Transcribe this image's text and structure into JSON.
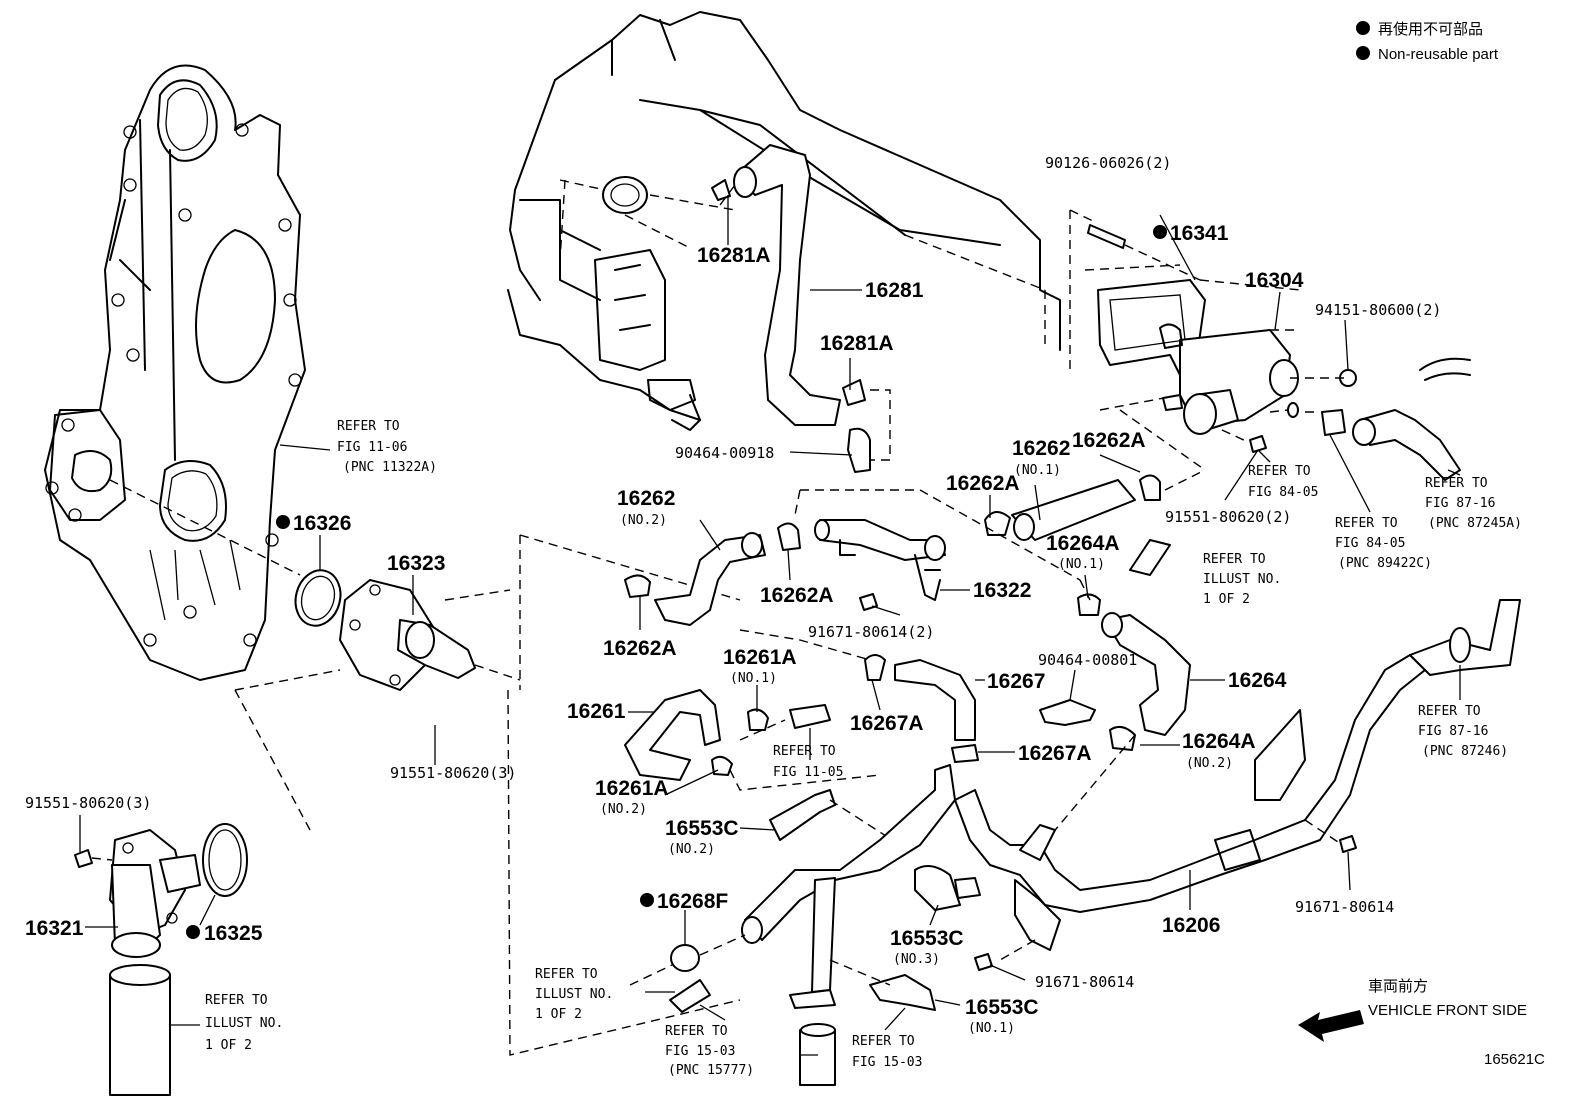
{
  "legend": {
    "jp_label": "再使用不可部品",
    "en_label": "Non-reusable part"
  },
  "diagram_id": "165621C",
  "front": {
    "jp_label": "車両前方",
    "en_label": "VEHICLE FRONT SIDE"
  },
  "parts": {
    "p16281A_top": "16281A",
    "p16281": "16281",
    "p16281A_mid": "16281A",
    "p90464_00918": "90464-00918",
    "p90126": "90126-06026(2)",
    "p16341": "16341",
    "p16304": "16304",
    "p94151": "94151-80600(2)",
    "p16262_no1": "16262",
    "p16262_no1_note": "(NO.1)",
    "p16262A_r1": "16262A",
    "p16262A_r2": "16262A",
    "p91551_r": "91551-80620(2)",
    "p16326": "16326",
    "p16323": "16323",
    "p16262_no2": "16262",
    "p16262_no2_note": "(NO.2)",
    "p16262A_a": "16262A",
    "p16262A_b": "16262A",
    "p16322": "16322",
    "p91671_2": "91671-80614(2)",
    "p16264A_no1": "16264A",
    "p16264A_no1_note": "(NO.1)",
    "p90464_00801": "90464-00801",
    "p16264": "16264",
    "p16267": "16267",
    "p16261A_no1": "16261A",
    "p16261A_no1_note": "(NO.1)",
    "p16261": "16261",
    "p16267A_a": "16267A",
    "p16267A_b": "16267A",
    "p16264A_no2": "16264A",
    "p16264A_no2_note": "(NO.2)",
    "p91551_3a": "91551-80620(3)",
    "p16261A_no2": "16261A",
    "p16261A_no2_note": "(NO.2)",
    "p16553C_no2": "16553C",
    "p16553C_no2_note": "(NO.2)",
    "p91551_3b": "91551-80620(3)",
    "p16321": "16321",
    "p16325": "16325",
    "p16268F": "16268F",
    "p16553C_no3": "16553C",
    "p16553C_no3_note": "(NO.3)",
    "p16206": "16206",
    "p91671_a": "91671-80614",
    "p91671_b": "91671-80614",
    "p16553C_no1": "16553C",
    "p16553C_no1_note": "(NO.1)"
  },
  "refs": {
    "fig1106": [
      "REFER TO",
      "FIG 11-06",
      "(PNC 11322A)"
    ],
    "fig8405a": [
      "REFER TO",
      "FIG 84-05"
    ],
    "fig8405b": [
      "REFER TO",
      "FIG 84-05",
      "(PNC 89422C)"
    ],
    "fig8716a": [
      "REFER TO",
      "FIG 87-16",
      "(PNC 87245A)"
    ],
    "illust_r": [
      "REFER TO",
      "ILLUST NO.",
      "1 OF 2"
    ],
    "fig1105": [
      "REFER TO",
      "FIG 11-05"
    ],
    "fig8716b": [
      "REFER TO",
      "FIG 87-16",
      "(PNC 87246)"
    ],
    "illust_bl": [
      "REFER TO",
      "ILLUST NO.",
      "1 OF 2"
    ],
    "illust_bm": [
      "REFER TO",
      "ILLUST NO.",
      "1 OF 2"
    ],
    "fig1503a": [
      "REFER TO",
      "FIG 15-03",
      "(PNC 15777)"
    ],
    "fig1503b": [
      "REFER TO",
      "FIG 15-03"
    ]
  }
}
